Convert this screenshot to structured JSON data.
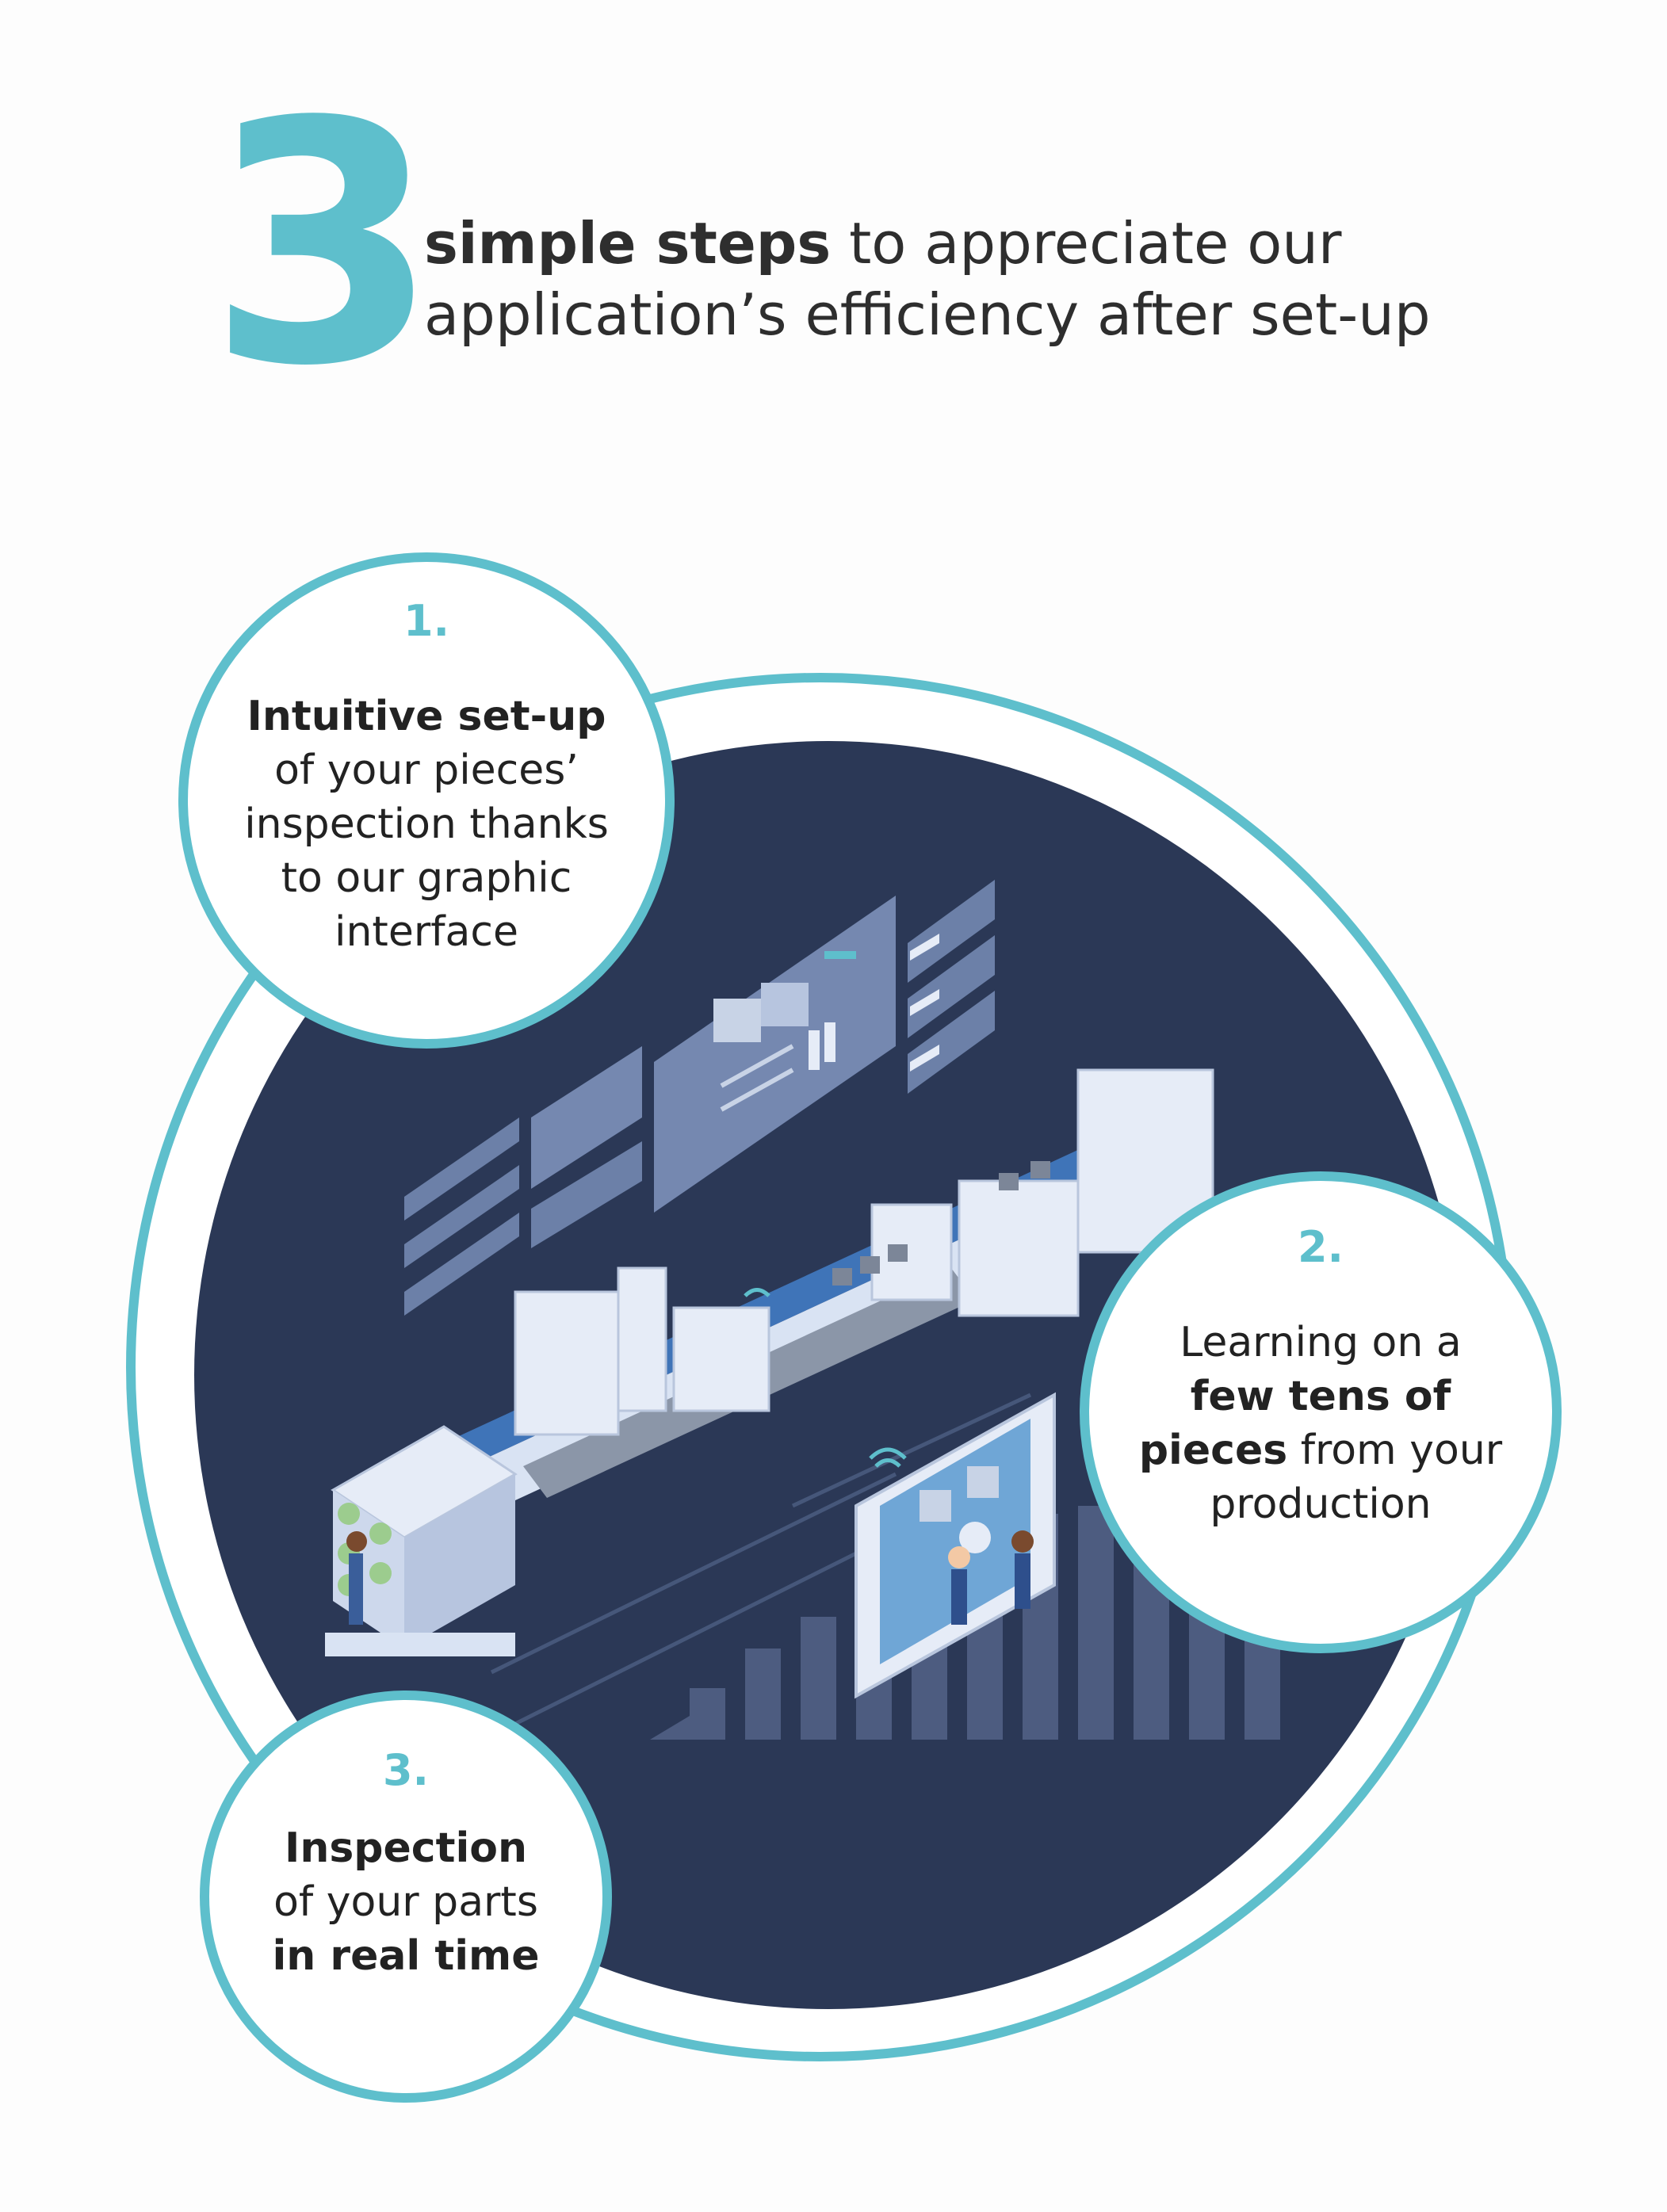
{
  "header": {
    "number": "3",
    "title_bold": "simple steps",
    "title_rest_line1": " to appreciate our",
    "title_line2": "application’s efficiency after set-up"
  },
  "steps": [
    {
      "number": "1.",
      "lines": [
        {
          "bold": "Intuitive set-up",
          "normal": ""
        },
        {
          "bold": "",
          "normal": "of your pieces’"
        },
        {
          "bold": "",
          "normal": "inspection thanks"
        },
        {
          "bold": "",
          "normal": "to our graphic"
        },
        {
          "bold": "",
          "normal": "interface"
        }
      ]
    },
    {
      "number": "2.",
      "lines": [
        {
          "bold": "",
          "normal": "Learning on a"
        },
        {
          "bold": "few tens of",
          "normal": ""
        },
        {
          "bold": "pieces",
          "normal": " from your"
        },
        {
          "bold": "",
          "normal": "production"
        }
      ]
    },
    {
      "number": "3.",
      "lines": [
        {
          "bold": "Inspection",
          "normal": ""
        },
        {
          "bold": "",
          "normal": "of your parts"
        },
        {
          "bold": "in real time",
          "normal": ""
        }
      ]
    }
  ],
  "colors": {
    "accent": "#5ebfcc",
    "navy": "#2b3856",
    "panel": "#6c80a8",
    "machine": "#e6ecf7",
    "text": "#2a2a2a"
  }
}
